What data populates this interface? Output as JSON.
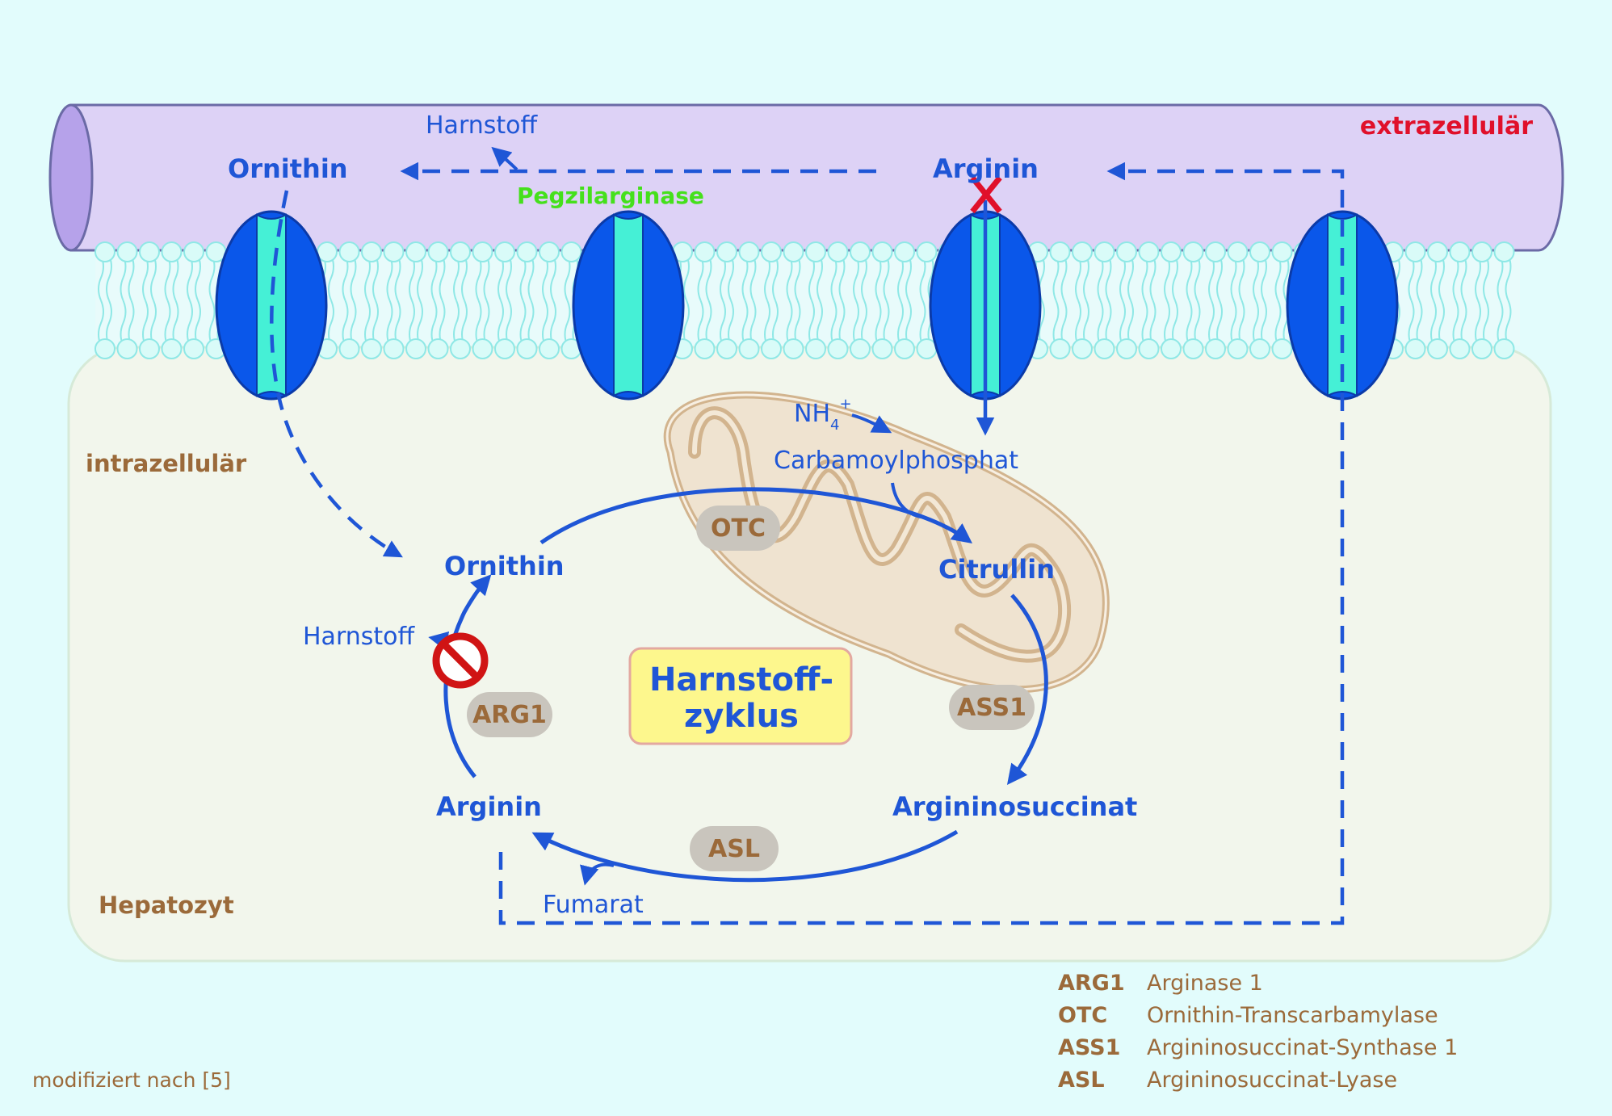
{
  "labels": {
    "extracellular": "extrazellulär",
    "intracellular": "intrazellulär",
    "hepatocyte": "Hepatozyt",
    "drug": "Pegzilarginase",
    "cycle_title_line1": "Harnstoff-",
    "cycle_title_line2": "zyklus",
    "source_note": "modifiziert nach [5]"
  },
  "extracellular_molecules": {
    "ornithin": "Ornithin",
    "arginin": "Arginin",
    "harnstoff": "Harnstoff"
  },
  "intracellular_molecules": {
    "ornithin": "Ornithin",
    "citrullin": "Citrullin",
    "argininosuccinat": "Argininosuccinat",
    "arginin": "Arginin",
    "harnstoff": "Harnstoff",
    "fumarat": "Fumarat",
    "ammonium": "NH",
    "ammonium_sub": "4",
    "ammonium_sup": "+",
    "carbamoylphosphat": "Carbamoylphosphat"
  },
  "enzymes": {
    "otc": "OTC",
    "ass1": "ASS1",
    "asl": "ASL",
    "arg1": "ARG1"
  },
  "legend": [
    {
      "abbr": "ARG1",
      "name": "Arginase 1"
    },
    {
      "abbr": "OTC",
      "name": "Ornithin-Transcarbamylase"
    },
    {
      "abbr": "ASS1",
      "name": "Argininosuccinat-Synthase 1"
    },
    {
      "abbr": "ASL",
      "name": "Argininosuccinat-Lyase"
    }
  ],
  "colors": {
    "background": "#e2fcfc",
    "vessel": "#ddd2f6",
    "cell": "#f2f6ec",
    "molecule_blue": "#1f56d6",
    "transporter": "#0a57ea",
    "channel": "#45f0d6",
    "membrane": "#8fe8e6",
    "brown": "#9b6a3a",
    "extracellular_red": "#e0102a",
    "drug_green": "#45e01c",
    "enzyme_badge": "#c9c5bd",
    "title_box": "#fdf78d",
    "inhibit_red": "#d01414"
  }
}
